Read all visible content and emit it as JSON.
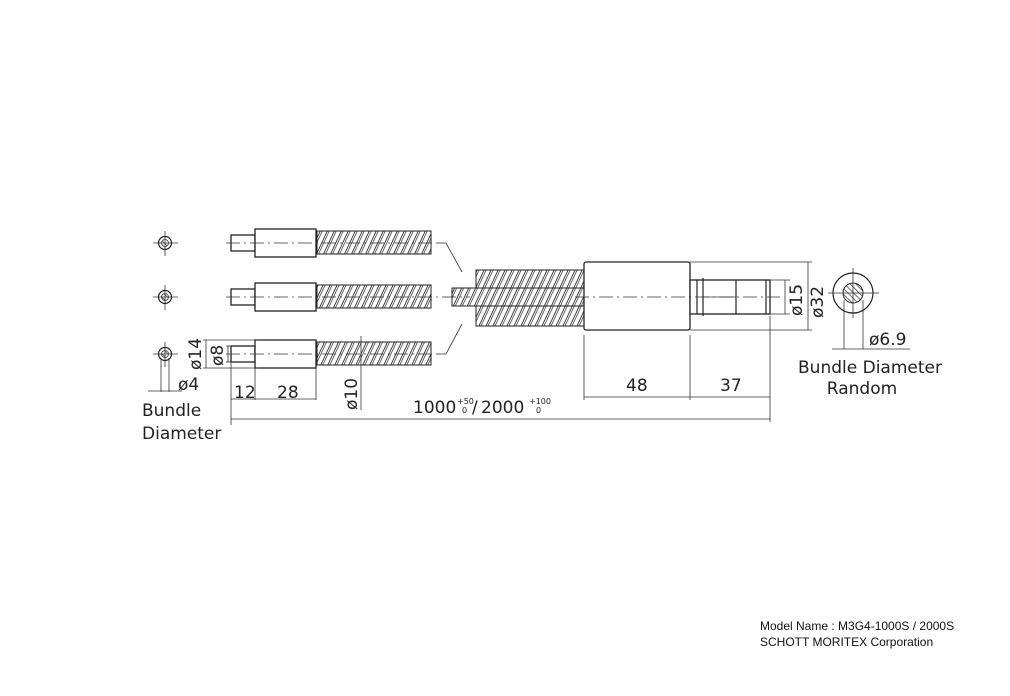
{
  "drawing": {
    "dimensions": {
      "tip_length": "12",
      "ferrule_length": "28",
      "tube_diameter": "ø10",
      "ferrule_outer_diameter": "ø14",
      "tip_diameter": "ø8",
      "left_bundle_diameter": "ø4",
      "total_length_1": "1000",
      "total_length_1_tol_plus": "+50",
      "total_length_1_tol_minus": "0",
      "total_length_sep": "/",
      "total_length_2": "2000",
      "total_length_2_tol_plus": "+100",
      "total_length_2_tol_minus": "0",
      "body_length": "48",
      "connector_length": "37",
      "connector_diameter": "ø15",
      "body_diameter": "ø32",
      "right_bundle_diameter": "ø6.9"
    },
    "labels": {
      "left_bundle_line1": "Bundle",
      "left_bundle_line2": "Diameter",
      "right_bundle_line1": "Bundle Diameter",
      "right_bundle_line2": "Random"
    }
  },
  "footer": {
    "model_name": "Model Name : M3G4-1000S / 2000S",
    "company": "SCHOTT MORITEX Corporation"
  }
}
